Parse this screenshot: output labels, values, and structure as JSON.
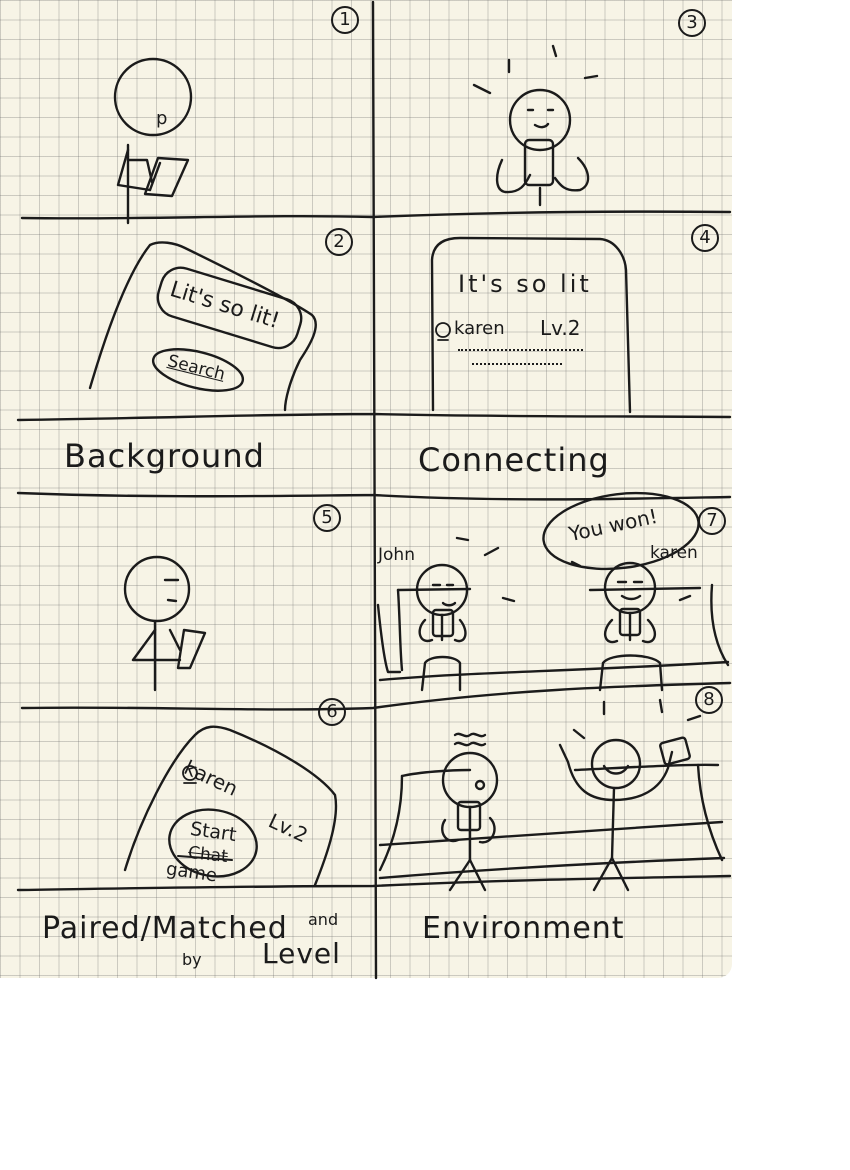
{
  "panels": {
    "p1": {
      "number": "1",
      "text": "p"
    },
    "p2": {
      "number": "2",
      "text": "Lit's so lit!",
      "button": "Search"
    },
    "p3": {
      "number": "3"
    },
    "p4": {
      "number": "4",
      "title": "It's so lit",
      "user": "karen",
      "level": "Lv.2"
    },
    "p5": {
      "number": "5"
    },
    "p6": {
      "number": "6",
      "user": "karen",
      "level": "Lv.2",
      "button_top": "Start",
      "button_struck": "Chat",
      "button_bottom": "game"
    },
    "p7": {
      "number": "7",
      "name_left": "John",
      "bubble": "You won!",
      "name_right": "karen"
    },
    "p8": {
      "number": "8"
    }
  },
  "captions": {
    "row1_left": "Background",
    "row1_right": "Connecting",
    "row2_left_main": "Paired/Matched",
    "row2_left_and": "and",
    "row2_left_by": "by",
    "row2_left_level": "Level",
    "row2_right": "Environment"
  },
  "colors": {
    "ink": "#1b1b1b",
    "paper": "#f7f4e6",
    "grid": "#8a8a8a"
  }
}
